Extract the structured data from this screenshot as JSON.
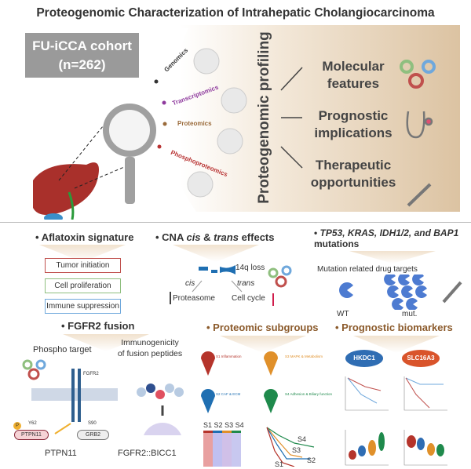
{
  "title": "Proteogenomic Characterization of Intrahepatic Cholangiocarcinoma",
  "cohort": {
    "line1": "FU-iCCA cohort",
    "line2": "(n=262)"
  },
  "omics": [
    {
      "label": "Genomics",
      "color": "#333333"
    },
    {
      "label": "Transcriptomics",
      "color": "#8e3a9d"
    },
    {
      "label": "Proteomics",
      "color": "#9a6a3a"
    },
    {
      "label": "Phosphoproteomics",
      "color": "#b83232"
    }
  ],
  "profiling_label": "Proteogenomic profiling",
  "outcomes": [
    {
      "line1": "Molecular",
      "line2": "features",
      "icon": "gears-icon"
    },
    {
      "line1": "Prognostic",
      "line2": "implications",
      "icon": "stethoscope-icon"
    },
    {
      "line1": "Therapeutic",
      "line2": "opportunities",
      "icon": "syringe-icon"
    }
  ],
  "aflatoxin": {
    "heading": "Aflatoxin signature",
    "boxes": [
      {
        "label": "Tumor initiation",
        "color": "#c0504d"
      },
      {
        "label": "Cell proliferation",
        "color": "#8fbf7f"
      },
      {
        "label": "Immune suppression",
        "color": "#6fa8dc"
      }
    ]
  },
  "cna": {
    "heading_pre": "CNA ",
    "cis": "cis",
    "amp": " & ",
    "trans": "trans",
    "heading_post": " effects",
    "loss": "14q loss",
    "cis_label": "cis",
    "trans_label": "trans",
    "left_effect": "Proteasome",
    "right_effect": "Cell cycle"
  },
  "mutations": {
    "genes": "TP53, KRAS, IDH1/2, and BAP1",
    "suffix": " mutations",
    "subtitle": "Mutation related drug targets",
    "wt": "WT",
    "mut": "mut."
  },
  "fgfr2": {
    "heading": "FGFR2 fusion",
    "phospho_title": "Phospho target",
    "receptor": "FGFR2",
    "site1": "Y62",
    "site2": "S90",
    "protein1": "PTPN11",
    "protein2": "GRB2",
    "p": "P",
    "bottom_left": "PTPN11",
    "immuno_title1": "Immunogenicity",
    "immuno_title2": "of fusion peptides",
    "bottom_right": "FGFR2::BICC1"
  },
  "subgroups": {
    "heading": "Proteomic subgroups",
    "groups": [
      {
        "label": "S1  Inflammation",
        "color": "#b5342b"
      },
      {
        "label": "S3  MAPK & Metabolism",
        "color": "#e0902a"
      },
      {
        "label": "S2  CAF & ECM",
        "color": "#1f6fb2"
      },
      {
        "label": "S4  Adhesion & Biliary function",
        "color": "#1f8a4c"
      }
    ],
    "heatmap_labels": [
      "S1",
      "S2",
      "S3",
      "S4"
    ],
    "km_labels": [
      "S4",
      "S3",
      "S2",
      "S1"
    ]
  },
  "biomarkers": {
    "heading": "Prognostic biomarkers",
    "markers": [
      {
        "label": "HKDC1",
        "color": "#2f6db3"
      },
      {
        "label": "SLC16A3",
        "color": "#d9542b"
      }
    ]
  }
}
